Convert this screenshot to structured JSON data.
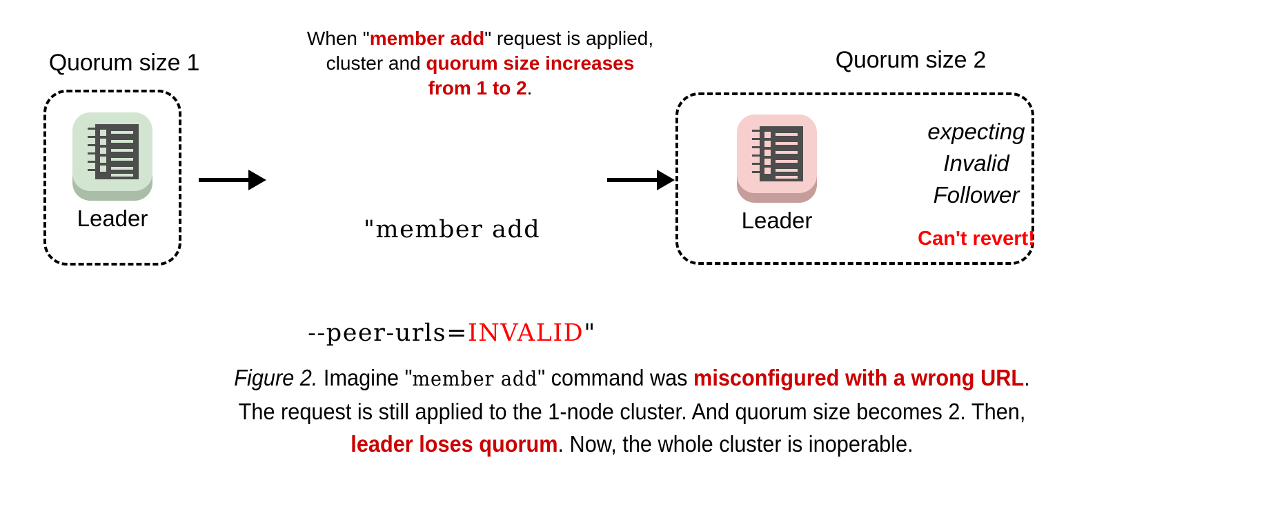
{
  "figure": {
    "background_color": "#ffffff",
    "accent_red": "#CC0000",
    "bright_red": "#FF0000",
    "icon_dark": "#4d4d4d"
  },
  "left_cluster": {
    "title": "Quorum size 1",
    "node_label": "Leader",
    "icon_name": "server-icon",
    "icon_tile_color": "#d2e5d0",
    "icon_shadow_color": "#a9bda7",
    "icon_accent_color": "#d2e5d0"
  },
  "right_cluster": {
    "title": "Quorum size 2",
    "node_label": "Leader",
    "icon_name": "server-icon",
    "icon_tile_color": "#f7cfcd",
    "icon_shadow_color": "#c59e9c",
    "icon_accent_color": "#f7cfcd",
    "status_line_1": "expecting",
    "status_line_2": "Invalid",
    "status_line_3": "Follower",
    "warning": "Can't revert!"
  },
  "top_note": {
    "line1_part1": "When \"",
    "line1_highlight": "member add",
    "line1_part2": "\" request is applied,",
    "line2_part1": "cluster and ",
    "line2_highlight": "quorum size increases",
    "line3_highlight": "from 1 to 2",
    "line3_part2": "."
  },
  "command": {
    "line1": "\"member add",
    "line2_prefix": "--peer-urls=",
    "line2_invalid": "INVALID",
    "line2_suffix": "\""
  },
  "caption": {
    "figure_label": "Figure 2.",
    "l1_a": " Imagine \"",
    "l1_cmd": "member add",
    "l1_b": "\" command was ",
    "l1_red": "misconfigured with a wrong URL",
    "l1_c": ".",
    "l2": "The request is still applied to the 1-node cluster. And quorum size becomes 2. Then,",
    "l3_red": "leader loses quorum",
    "l3_b": ". Now, the whole cluster is inoperable."
  }
}
